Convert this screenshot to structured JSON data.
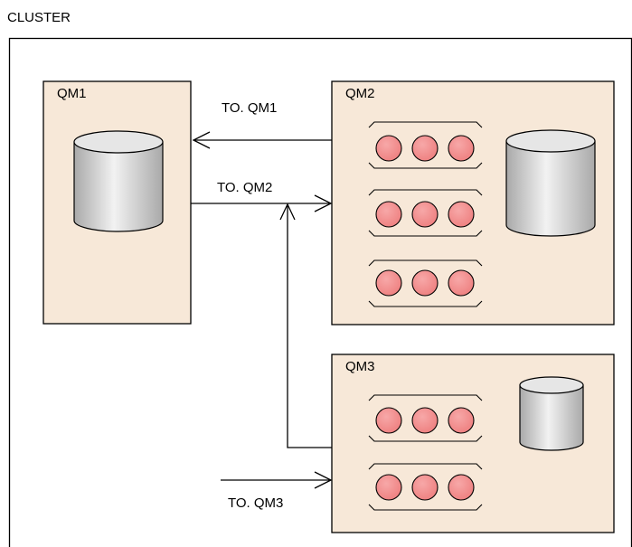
{
  "cluster": {
    "label": "CLUSTER"
  },
  "qm1": {
    "label": "QM1"
  },
  "qm2": {
    "label": "QM2"
  },
  "qm3": {
    "label": "QM3"
  },
  "channels": {
    "to_qm1": "TO. QM1",
    "to_qm2": "TO. QM2",
    "to_qm3": "TO. QM3"
  },
  "colors": {
    "box_fill": "#f7e8d8",
    "message_fill": "#f08a8a",
    "cylinder_fill": "#d6d6d6"
  }
}
